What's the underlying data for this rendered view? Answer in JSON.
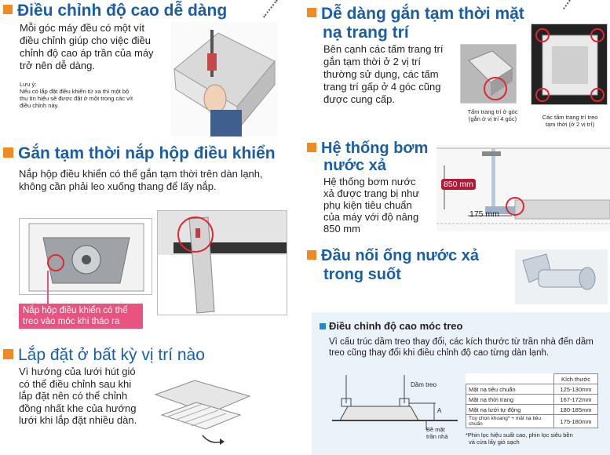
{
  "sections": {
    "height": {
      "title": "Điều chỉnh độ cao dễ dàng",
      "body": [
        "Mỗi góc máy đều có một vít",
        "điều chỉnh giúp cho việc điều",
        "chỉnh độ cao áp trần của máy",
        "trở nên dễ dàng."
      ],
      "note_label": "Lưu ý:",
      "note": [
        "Nếu có lắp đặt điều khiển từ xa thì một bộ",
        "thu tín hiệu sẽ được đặt ở một trong các vít",
        "điều chỉnh này."
      ]
    },
    "panel": {
      "title_lines": [
        "Dễ dàng gắn tạm thời mặt",
        "nạ trang trí"
      ],
      "body": [
        "Bên cạnh các tấm trang trí",
        "gắn tạm thời ở 2 vị trí",
        "thường sử dụng, các tấm",
        "trang trí gấp ở 4 góc cũng",
        "được cung cấp."
      ],
      "caption_left": [
        "Tấm trang trí ở góc",
        "(gắn ở vị trí 4 góc)"
      ],
      "caption_right": [
        "Các tấm trang trí treo",
        "tạm thời (ở 2 vị trí)"
      ]
    },
    "control_box": {
      "title": "Gắn tạm thời nắp hộp điều khiển",
      "body": [
        "Nắp hộp điều khiển có thể gắn tạm thời trên dàn lạnh,",
        "không cần phải leo xuống thang để lấy nắp."
      ],
      "callout": [
        "Nắp hộp điều khiển có thể",
        "treo vào móc khi tháo ra"
      ]
    },
    "pump": {
      "title_lines": [
        "Hệ thống bơm",
        "nước xả"
      ],
      "body": [
        "Hệ thống bơm nước",
        "xả được trang bị như",
        "phụ kiện tiêu chuẩn",
        "của máy với độ nâng",
        "850 mm"
      ],
      "label_850": "850 mm",
      "label_175": "175 mm"
    },
    "drain": {
      "title_lines": [
        "Đầu nối ống nước xả",
        "trong suốt"
      ]
    },
    "anywhere": {
      "title": "Lắp đặt ở bất kỳ vị trí nào",
      "body": [
        "Vì hướng của lưới hút gió",
        "có thể điều chỉnh sau khi",
        "lắp đặt nên có thể chỉnh",
        "đồng nhất khe của hướng",
        "lưới khi lắp đặt nhiều dàn."
      ]
    },
    "hanger": {
      "title": "Điều chỉnh độ cao móc treo",
      "body": [
        "Vì cấu trúc dầm treo thay đổi, các kích thước từ trần nhà đến dầm",
        "treo cũng thay đổi khi điều chỉnh độ cao từng dàn lạnh."
      ],
      "label_beam": "Dầm treo",
      "label_A": "A",
      "label_surface": [
        "Bề mặt",
        "trần nhà"
      ],
      "table": {
        "header": "Kích thước",
        "rows": [
          {
            "name": "Mặt nạ tiêu chuẩn",
            "value": "125-130mm"
          },
          {
            "name": "Mặt nạ thời trang",
            "value": "167-172mm"
          },
          {
            "name": "Mặt nạ lưới tự động",
            "value": "180-185mm"
          },
          {
            "name": "Tùy chọn khoang* + mặt nạ tiêu chuẩn",
            "value": "175-180mm"
          }
        ]
      },
      "footnote": [
        "*Phin lọc hiệu suất cao, phin lọc siêu bền",
        "và cửa lấy gió sạch"
      ]
    }
  },
  "colors": {
    "heading_blue": "#1a5ea8",
    "bullet_orange": "#f08a24",
    "callout_pink": "#e8547f",
    "highlight_red": "#e0262e",
    "infobox_bg": "#eaf2fa"
  }
}
